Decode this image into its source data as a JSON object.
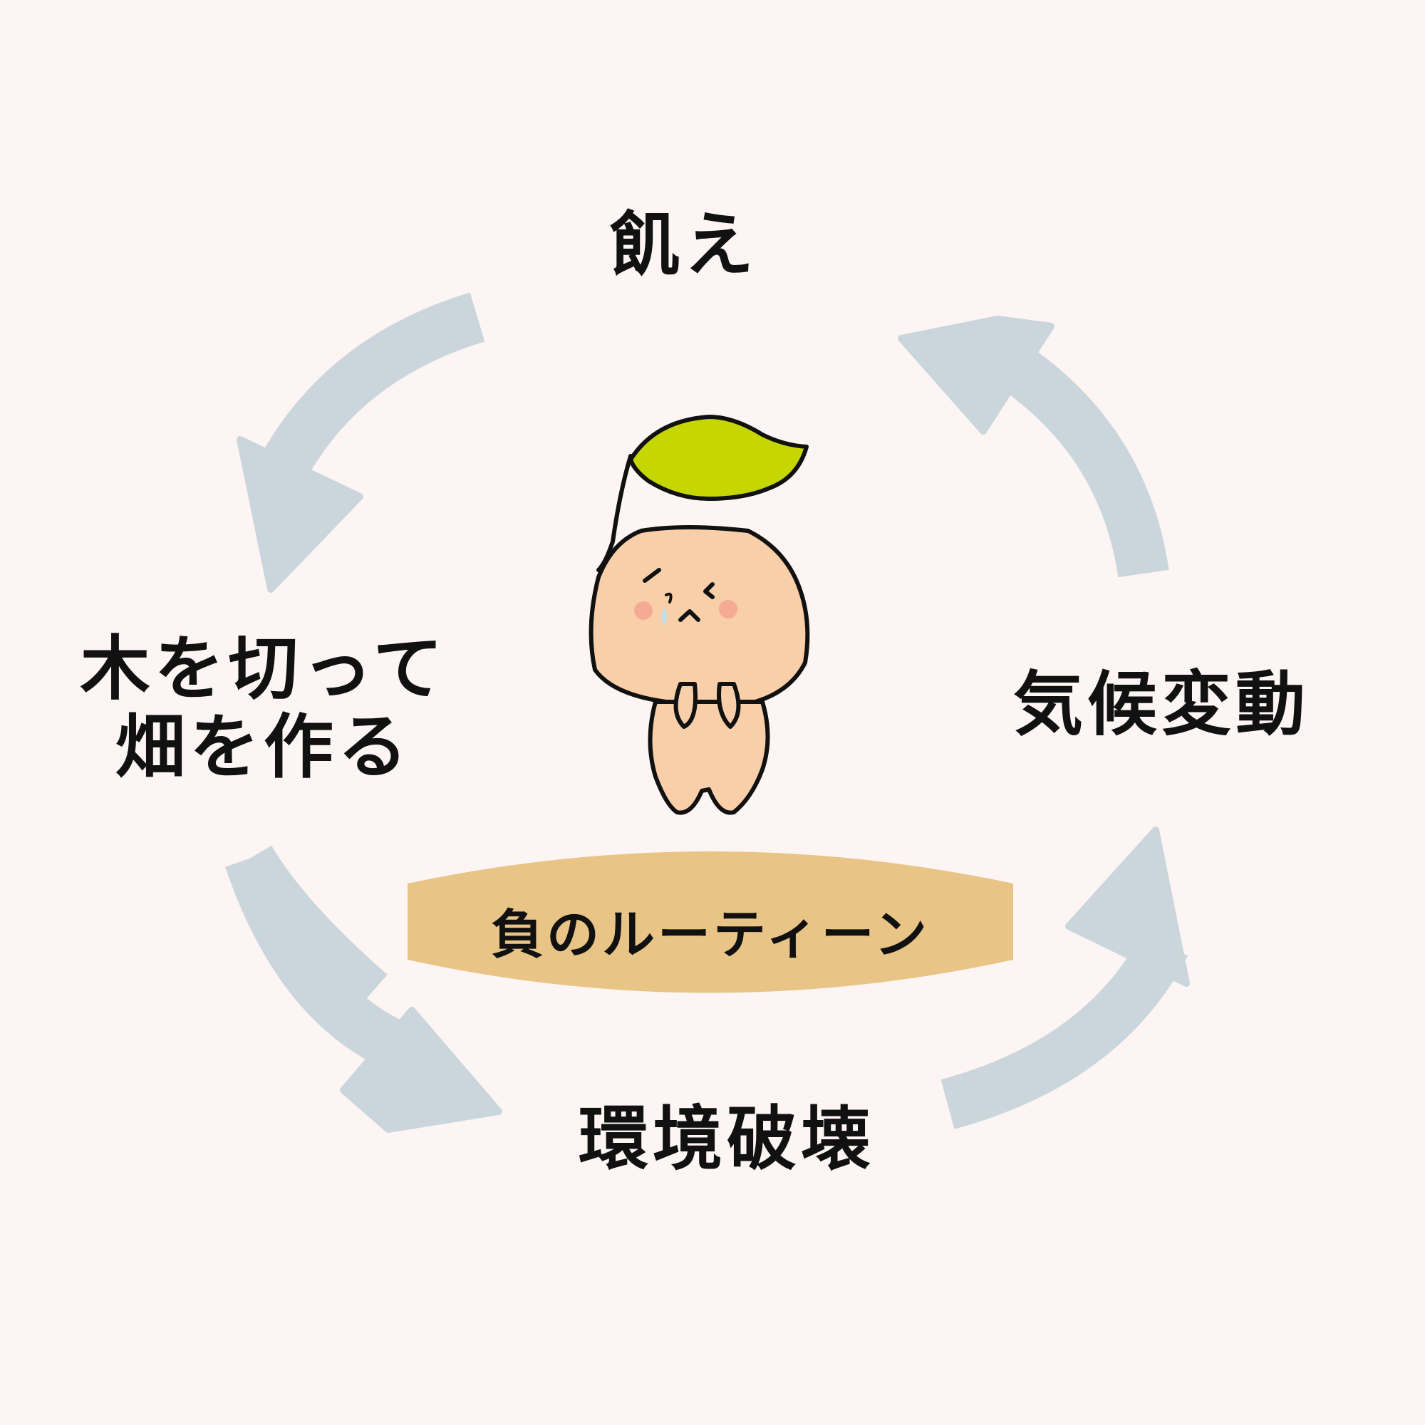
{
  "diagram": {
    "nodes": {
      "top": "飢え",
      "right": "気候変動",
      "bottom": "環境破壊",
      "left_line1": "木を切って",
      "left_line2": "畑を作る"
    },
    "center_banner": "負のルーティーン"
  },
  "colors": {
    "background": "#fdf5f3",
    "arrow": "#cbd6dc",
    "banner": "#e8c487",
    "leaf": "#c6d600",
    "body": "#f8cfa9",
    "cheek": "#f5a38f",
    "outline": "#111111",
    "tear": "#bfe0ea"
  },
  "icons": {
    "character": "sad-sprout-character-icon",
    "arrows": "cycle-arrow-icon"
  }
}
